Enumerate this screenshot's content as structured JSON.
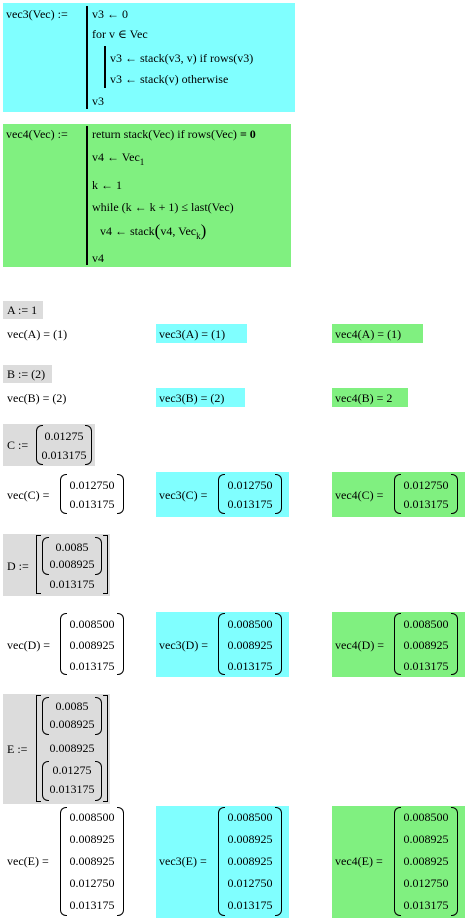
{
  "vec3_def": {
    "lhs": "vec3(Vec) :=",
    "line1": "v3 ← 0",
    "line2": "for  v ∈ Vec",
    "line3": "v3 ← stack(v3, v)   if  rows(v3)",
    "line4": "v3 ← stack(v)   otherwise",
    "line5": "v3"
  },
  "vec4_def": {
    "lhs": "vec4(Vec) :=",
    "line1a": "return  stack(Vec)   if  rows(Vec)",
    "line1b": "= 0",
    "line2a": "v4 ← Vec",
    "line2sub": "1",
    "line3": "k ← 1",
    "line4": "while  (k ← k + 1) ≤ last(Vec)",
    "line5a": "v4 ← stack",
    "line5b": "v4, Vec",
    "line5sub": "k",
    "line6": "v4"
  },
  "A": {
    "def": "A := 1",
    "vec": "vec(A) = (1)",
    "vec3": "vec3(A) = (1)",
    "vec4": "vec4(A) = (1)"
  },
  "B": {
    "def": "B := (2)",
    "vec": "vec(B) = (2)",
    "vec3": "vec3(B) = (2)",
    "vec4": "vec4(B) = 2"
  },
  "C": {
    "def_lhs": "C :=",
    "def_vals": [
      "0.01275",
      "0.013175"
    ],
    "vec_lhs": "vec(C) =",
    "vec3_lhs": "vec3(C) =",
    "vec4_lhs": "vec4(C) =",
    "result": [
      "0.012750",
      "0.013175"
    ]
  },
  "D": {
    "def_lhs": "D :=",
    "def_vals": [
      "0.0085",
      "0.008925",
      "0.013175"
    ],
    "vec_lhs": "vec(D) =",
    "vec3_lhs": "vec3(D) =",
    "vec4_lhs": "vec4(D) =",
    "result": [
      "0.008500",
      "0.008925",
      "0.013175"
    ]
  },
  "E": {
    "def_lhs": "E :=",
    "def_vals_top": [
      "0.0085",
      "0.008925"
    ],
    "def_val_mid": "0.008925",
    "def_vals_bot": [
      "0.01275",
      "0.013175"
    ],
    "vec_lhs": "vec(E) =",
    "vec3_lhs": "vec3(E) =",
    "vec4_lhs": "vec4(E) =",
    "result": [
      "0.008500",
      "0.008925",
      "0.008925",
      "0.012750",
      "0.013175"
    ]
  },
  "colors": {
    "cyan": "#80ffff",
    "green": "#80f080",
    "gray": "#dcdcdc"
  }
}
